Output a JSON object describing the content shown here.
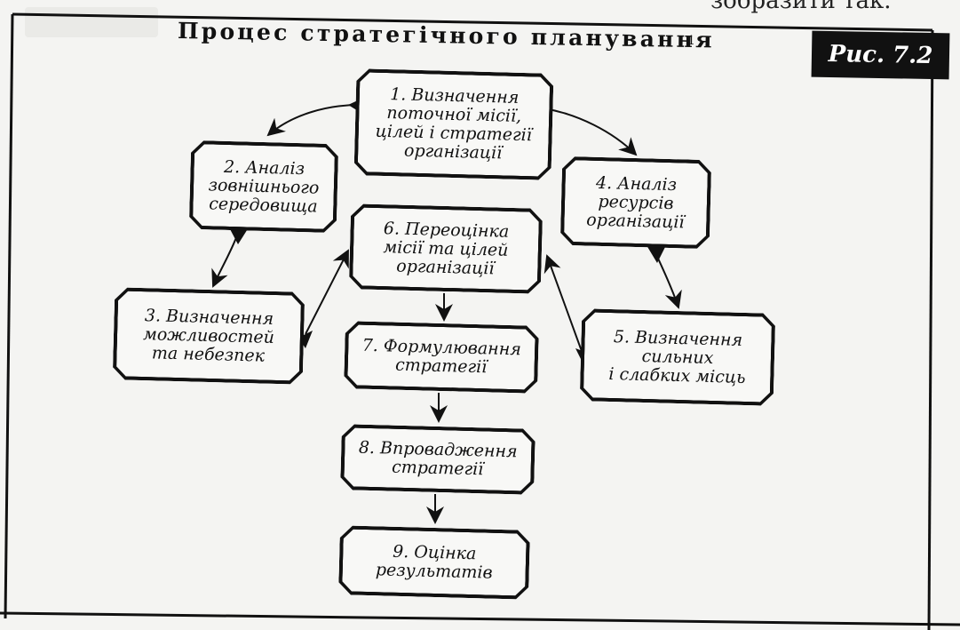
{
  "page": {
    "top_fragment": "зобразити так.",
    "title": "Процес стратегічного планування",
    "title_superscript": "1",
    "figure_label": "Рис. 7.2"
  },
  "diagram": {
    "steps": [
      {
        "id": 1,
        "label": "1. Визначення\nпоточної місії,\nцілей і стратегії\nорганізації"
      },
      {
        "id": 2,
        "label": "2. Аналіз\nзовнішнього\nсередовища"
      },
      {
        "id": 3,
        "label": "3. Визначення\nможливостей\nта небезпек"
      },
      {
        "id": 4,
        "label": "4. Аналіз\nресурсів\nорганізації"
      },
      {
        "id": 5,
        "label": "5. Визначення\nсильних\nі слабких місць"
      },
      {
        "id": 6,
        "label": "6. Переоцінка\nмісії та цілей\nорганізації"
      },
      {
        "id": 7,
        "label": "7. Формулювання\nстратегії"
      },
      {
        "id": 8,
        "label": "8. Впровадження\nстратегії"
      },
      {
        "id": 9,
        "label": "9. Оцінка\nрезультатів"
      }
    ],
    "connections": [
      {
        "from": 1,
        "to": 2
      },
      {
        "from": 1,
        "to": 4
      },
      {
        "from": 2,
        "to": 3
      },
      {
        "from": 4,
        "to": 5
      },
      {
        "from": 3,
        "to": 6
      },
      {
        "from": 5,
        "to": 6
      },
      {
        "from": 6,
        "to": 7
      },
      {
        "from": 7,
        "to": 8
      },
      {
        "from": 8,
        "to": 9
      }
    ]
  }
}
